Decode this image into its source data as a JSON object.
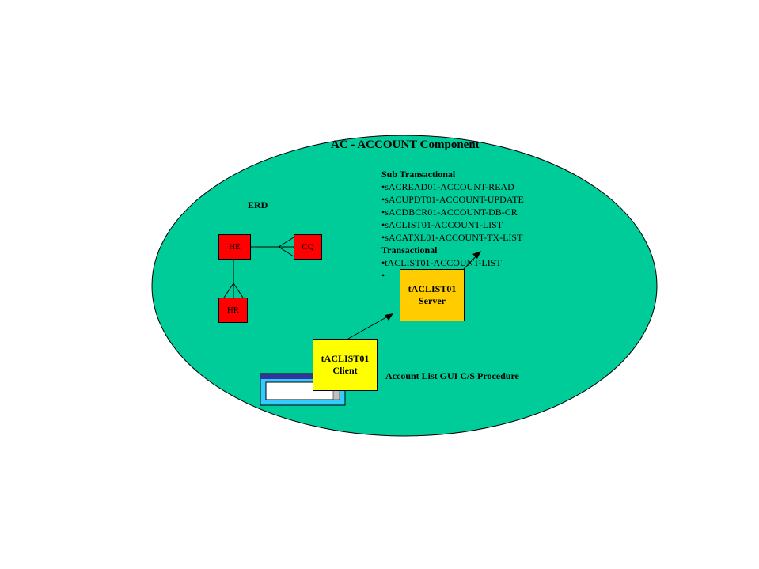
{
  "component": {
    "title": "AC - ACCOUNT Component"
  },
  "erd": {
    "label": "ERD",
    "entities": [
      "HE",
      "CQ",
      "HR"
    ]
  },
  "services": {
    "sub_heading": "Sub Transactional",
    "sub_items": [
      "•sACREAD01-ACCOUNT-READ",
      "•sACUPDT01-ACCOUNT-UPDATE",
      "•sACDBCR01-ACCOUNT-DB-CR",
      "•sACLIST01-ACCOUNT-LIST",
      "•sACATXL01-ACCOUNT-TX-LIST"
    ],
    "trans_heading": "Transactional",
    "trans_items": [
      "•tACLIST01-ACCOUNT-LIST",
      "•"
    ]
  },
  "server": {
    "line1": "tACLIST01",
    "line2": "Server"
  },
  "client": {
    "line1": "tACLIST01",
    "line2": "Client"
  },
  "procedure_label": "Account List GUI C/S Procedure",
  "colors": {
    "ellipse": "#00cc99",
    "server": "#ffcc00",
    "client": "#ffff00",
    "entity": "#ff0000"
  }
}
